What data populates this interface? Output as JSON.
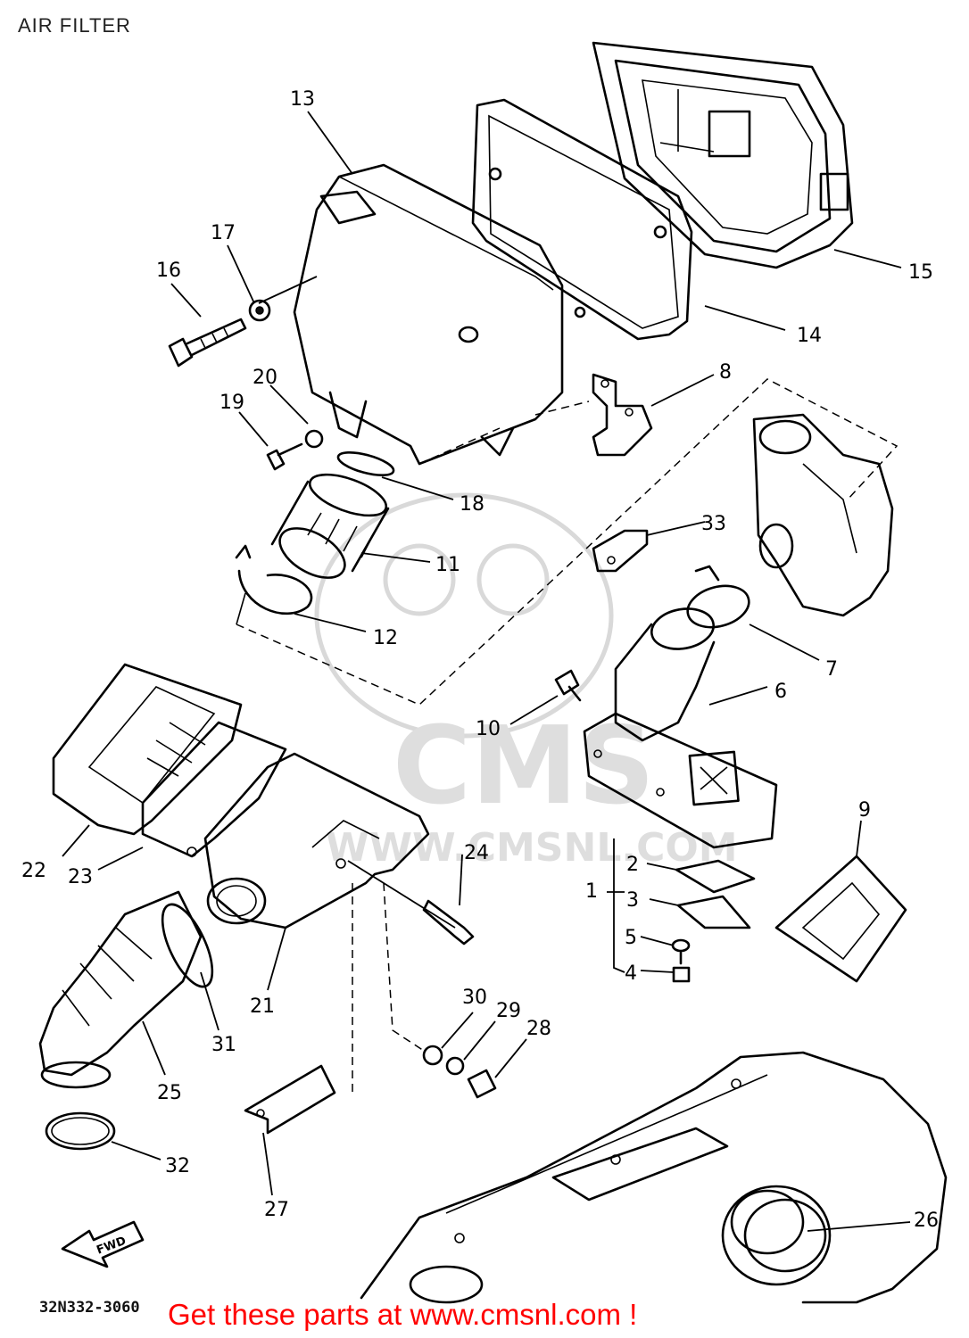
{
  "title": "AIR FILTER",
  "diagram_code": "32N332-3060",
  "fwd_label": "FWD",
  "watermark": {
    "brand": "CMS",
    "url": "WWW.CMSNL.COM",
    "color": "#dedede"
  },
  "promo": {
    "text": "Get these parts at www.cmsnl.com !",
    "color": "#ff0000"
  },
  "callouts": {
    "c1": "1",
    "c2": "2",
    "c3": "3",
    "c4": "4",
    "c5": "5",
    "c6": "6",
    "c7": "7",
    "c8": "8",
    "c9": "9",
    "c10": "10",
    "c11": "11",
    "c12": "12",
    "c13": "13",
    "c14": "14",
    "c15": "15",
    "c16": "16",
    "c17": "17",
    "c18": "18",
    "c19": "19",
    "c20": "20",
    "c21": "21",
    "c22": "22",
    "c23": "23",
    "c24": "24",
    "c25": "25",
    "c26": "26",
    "c27": "27",
    "c28": "28",
    "c29": "29",
    "c30": "30",
    "c31": "31",
    "c32": "32",
    "c33": "33"
  }
}
